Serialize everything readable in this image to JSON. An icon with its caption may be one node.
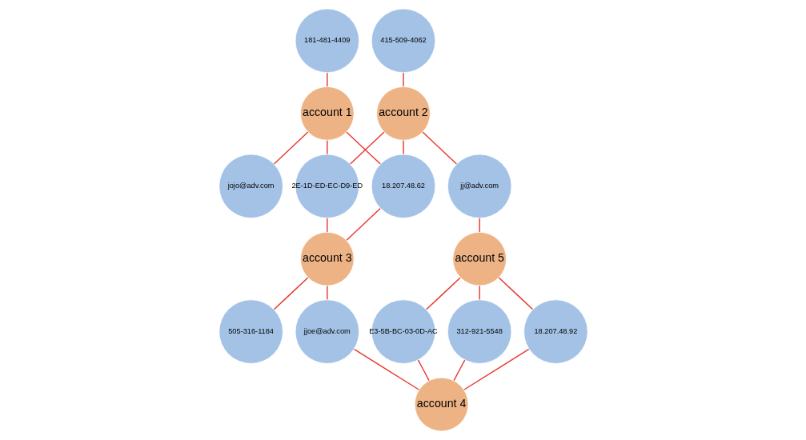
{
  "diagram": {
    "nodes": [
      {
        "text": [
          "account 1"
        ]
      },
      {
        "text": [
          "181-481-4409"
        ]
      },
      {
        "text": [
          "jojo@adv.com"
        ]
      },
      {
        "text": [
          "account 2"
        ]
      },
      {
        "text": [
          "415-509-4062"
        ]
      },
      {
        "text": [
          "jj@adv.com"
        ]
      },
      {
        "text": [
          "account 5"
        ]
      },
      {
        "text": [
          "2E-1D-ED-EC-D9-ED"
        ]
      },
      {
        "text": [
          "18.207.48.62"
        ]
      },
      {
        "text": [
          "account 3"
        ]
      },
      {
        "text": [
          "505-316-1184"
        ]
      },
      {
        "text": [
          "jjoe@adv.com"
        ]
      },
      {
        "text": [
          "account 4"
        ]
      },
      {
        "text": [
          "E3-5B-BC-03-0D-AC"
        ]
      },
      {
        "text": [
          "312-921-5548"
        ]
      },
      {
        "text": [
          "18.207.48.92"
        ]
      }
    ],
    "edges": [
      {
        "from": 1,
        "to": 0,
        "arrow": "none"
      },
      {
        "from": 0,
        "to": 2,
        "arrow": "none"
      },
      {
        "from": 0,
        "to": 8,
        "arrow": "none"
      },
      {
        "from": 0,
        "to": 7,
        "arrow": "none"
      },
      {
        "from": 4,
        "to": 3,
        "arrow": "none"
      },
      {
        "from": 3,
        "to": 5,
        "arrow": "none"
      },
      {
        "from": 3,
        "to": 8,
        "arrow": "none"
      },
      {
        "from": 3,
        "to": 7,
        "arrow": "none"
      },
      {
        "from": 5,
        "to": 6,
        "arrow": "none"
      },
      {
        "from": 6,
        "to": 13,
        "arrow": "none"
      },
      {
        "from": 6,
        "to": 14,
        "arrow": "none"
      },
      {
        "from": 6,
        "to": 15,
        "arrow": "none"
      },
      {
        "from": 8,
        "to": 9,
        "arrow": "none"
      },
      {
        "from": 7,
        "to": 9,
        "arrow": "none"
      },
      {
        "from": 9,
        "to": 10,
        "arrow": "none"
      },
      {
        "from": 9,
        "to": 11,
        "arrow": "none"
      },
      {
        "from": 11,
        "to": 12,
        "arrow": "none"
      },
      {
        "from": 13,
        "to": 12,
        "arrow": "none"
      },
      {
        "from": 14,
        "to": 12,
        "arrow": "none"
      },
      {
        "from": 15,
        "to": 12,
        "arrow": "none"
      }
    ]
  }
}
